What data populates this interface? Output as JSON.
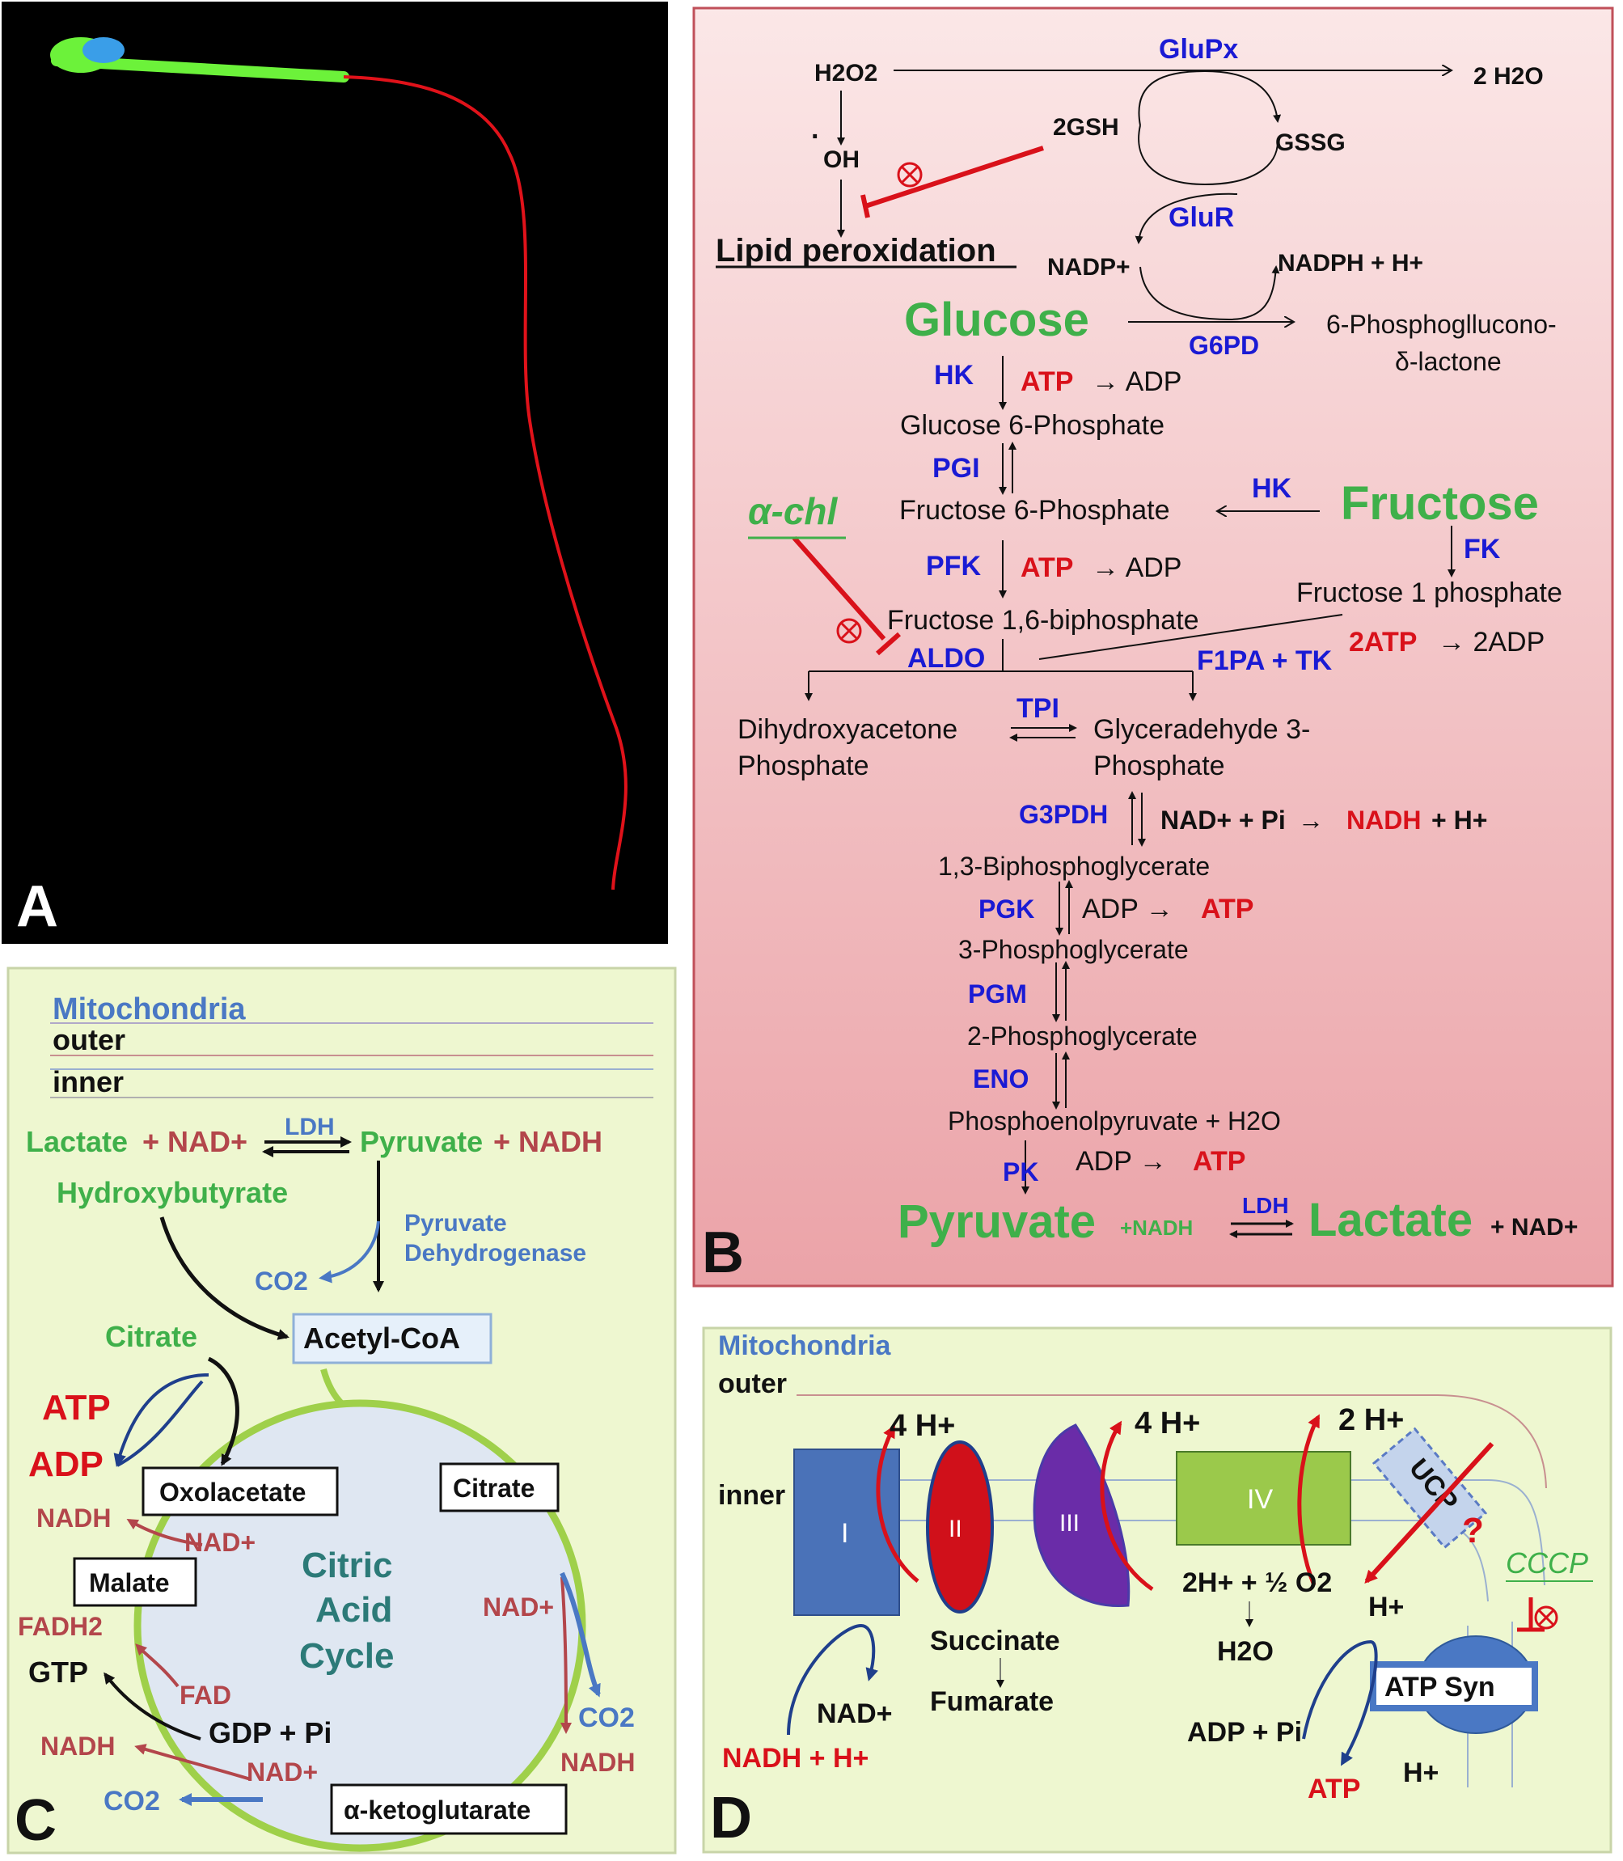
{
  "colors": {
    "enzyme_blue": "#1a1ad4",
    "red": "#d9111a",
    "green": "#3fb04a",
    "sub_blue": "#4a78c4",
    "nad_red": "#b3464b",
    "teal": "#2c7a78",
    "panelB_top": "#fbe7e7",
    "panelB_bottom": "#eba3a8",
    "panelCD_fill": "#eef7d0"
  },
  "panelA": {
    "label": "A"
  },
  "panelB": {
    "label": "B",
    "h2o2": "H2O2",
    "gluPx": "GluPx",
    "h2o_out": "2 H2O",
    "gsh": "2GSH",
    "gssg": "GSSG",
    "oh": "OH",
    "lipid": "Lipid peroxidation",
    "glur": "GluR",
    "nadp": "NADP+",
    "nadph": "NADPH  +  H+",
    "glucose": "Glucose",
    "g6pd": "G6PD",
    "phosphoglucono_1": "6-Phosphogllucono-",
    "phosphoglucono_2": "δ-lactone",
    "hk": "HK",
    "atp1": "ATP",
    "adp1": "→  ADP",
    "g6p": "Glucose 6-Phosphate",
    "pgi": "PGI",
    "achl": "α-chl",
    "f6p": "Fructose 6-Phosphate",
    "hk2": "HK",
    "fructose": "Fructose",
    "pfk": "PFK",
    "atp2": "ATP",
    "adp2": "→  ADP",
    "fk": "FK",
    "f1p": "Fructose 1  phosphate",
    "f16bp": "Fructose 1,6-biphosphate",
    "aldo": "ALDO",
    "f1pa": "F1PA + TK",
    "atp2x": "2ATP",
    "adp2x": "→  2ADP",
    "dhap_1": "Dihydroxyacetone",
    "dhap_2": "Phosphate",
    "tpi": "TPI",
    "gap_1": "Glyceradehyde 3-",
    "gap_2": "Phosphate",
    "g3pdh": "G3PDH",
    "nad_pi": "NAD+ + Pi",
    "nadh_red": "NADH",
    "hplus": "+ H+",
    "bpg": "1,3-Biphosphoglycerate",
    "pgk": "PGK",
    "adp3": "ADP  →",
    "atp3": "ATP",
    "pg3": "3-Phosphoglycerate",
    "pgm": "PGM",
    "pg2": "2-Phosphoglycerate",
    "eno": "ENO",
    "pep": "Phosphoenolpyruvate  + H2O",
    "pk": "PK",
    "adp4": "ADP  →",
    "atp4": "ATP",
    "pyruvate": "Pyruvate",
    "nadh_small": "+NADH",
    "ldh": "LDH",
    "lactate": "Lactate",
    "nad_plus": "+ NAD+"
  },
  "panelC": {
    "label": "C",
    "mito": "Mitochondria",
    "outer": "outer",
    "inner": "inner",
    "lactate": "Lactate",
    "nad": "+ NAD+",
    "ldh": "LDH",
    "pyruvate": "Pyruvate",
    "nadh": "+ NADH",
    "hydroxy": "Hydroxybutyrate",
    "pdh_1": "Pyruvate",
    "pdh_2": "Dehydrogenase",
    "co2": "CO2",
    "acetyl": "Acetyl-CoA",
    "citrate_green": "Citrate",
    "atp": "ATP",
    "adp": "ADP",
    "oxalo": "Oxolacetate",
    "citrate_box": "Citrate",
    "nadh1": "NADH",
    "nad1": "NAD+",
    "malate": "Malate",
    "cac_1": "Citric",
    "cac_2": "Acid",
    "cac_3": "Cycle",
    "nad2": "NAD+",
    "fadh2": "FADH2",
    "fad": "FAD",
    "gtp": "GTP",
    "gdp": "GDP + Pi",
    "co2_right": "CO2",
    "nadh_right": "NADH",
    "nadh2": "NADH",
    "nad3": "NAD+",
    "co2_bottom": "CO2",
    "akg": "α-ketoglutarate"
  },
  "panelD": {
    "label": "D",
    "mito": "Mitochondria",
    "outer": "outer",
    "inner": "inner",
    "h4a": "4 H+",
    "h4b": "4 H+",
    "h2": "2 H+",
    "c1": "I",
    "c2": "II",
    "c3": "III",
    "c4": "IV",
    "ucp": "UCP",
    "q": "?",
    "cccp": "CCCP",
    "o2": "2H+ + ½ O2",
    "hplus": "H+",
    "h2o": "H2O",
    "succinate": "Succinate",
    "fumarate": "Fumarate",
    "nad": "NAD+",
    "nadh": "NADH + H+",
    "atpsyn": "ATP Syn",
    "adp_pi": "ADP + Pi",
    "atp": "ATP",
    "hplus2": "H+"
  }
}
